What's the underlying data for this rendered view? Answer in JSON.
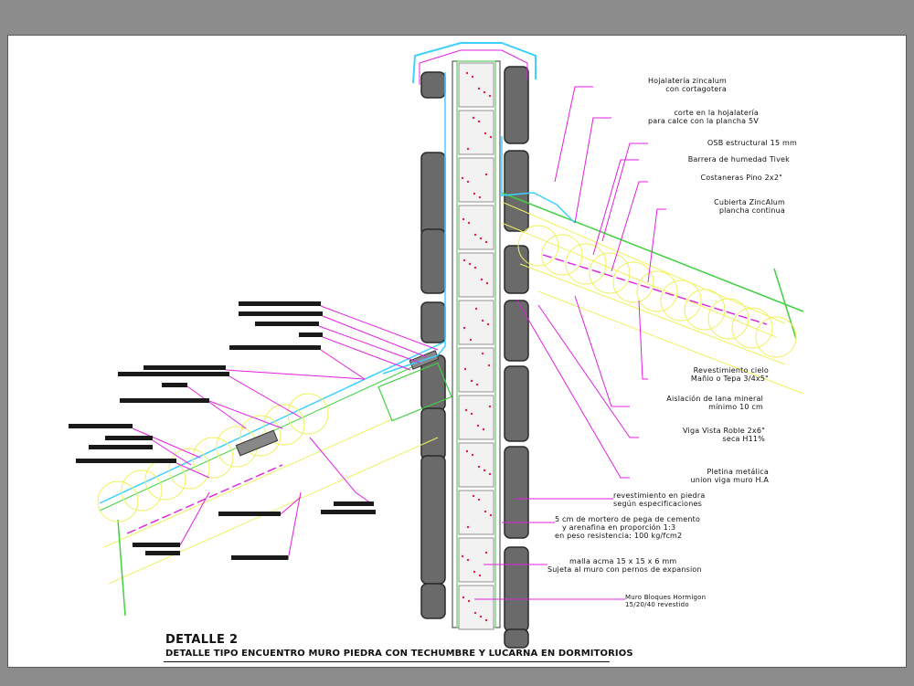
{
  "drawing": {
    "title": "DETALLE 2",
    "subtitle": "DETALLE  TIPO ENCUENTRO MURO PIEDRA CON TECHUMBRE Y LUCARNA EN DORMITORIOS"
  },
  "annotations": [
    {
      "id": "hojalateria",
      "lines": [
        "Hojalatería zincalum",
        "con cortagotera"
      ]
    },
    {
      "id": "corte",
      "lines": [
        "corte en la hojalatería",
        "para calce con la plancha 5V"
      ]
    },
    {
      "id": "osb",
      "lines": [
        "OSB estructural 15 mm"
      ]
    },
    {
      "id": "barrera",
      "lines": [
        "Barrera de humedad Tivek"
      ]
    },
    {
      "id": "costaneras",
      "lines": [
        "Costaneras Pino 2x2\""
      ]
    },
    {
      "id": "cubierta",
      "lines": [
        "Cubierta ZincAlum",
        "plancha continua"
      ]
    },
    {
      "id": "revestimiento_cielo",
      "lines": [
        "Revestimiento cielo",
        "Mañio o Tepa 3/4x5\""
      ]
    },
    {
      "id": "aislacion",
      "lines": [
        "Aislación de lana mineral",
        "mínimo 10 cm"
      ]
    },
    {
      "id": "viga",
      "lines": [
        "Viga Vista Roble 2x6\"",
        "seca H11%"
      ]
    },
    {
      "id": "pletina",
      "lines": [
        "Pletina metálica",
        "union viga muro H.A"
      ]
    },
    {
      "id": "piedra",
      "lines": [
        "revestimiento en piedra",
        "según especificaciones"
      ]
    },
    {
      "id": "mortero",
      "lines": [
        "5 cm de mortero de pega de cemento",
        "y arenafina en proporción 1:3",
        "en peso resistencia: 100 kg/fcm2"
      ]
    },
    {
      "id": "malla",
      "lines": [
        "malla acma 15 x 15 x   6 mm",
        "Sujeta al muro con pernos de expansion"
      ]
    },
    {
      "id": "bloques",
      "lines": [
        "Muro Bloques Hormigon",
        "15/20/40 revestido"
      ]
    }
  ],
  "colors": {
    "leader": "#e020e0",
    "flashing": "#40d0ff",
    "insulation": "#f0f060",
    "roof_green": "#40d040",
    "stone": "#5a5a5a",
    "block": "#e02040",
    "background": "#8c8c8c",
    "sheet": "#ffffff"
  }
}
